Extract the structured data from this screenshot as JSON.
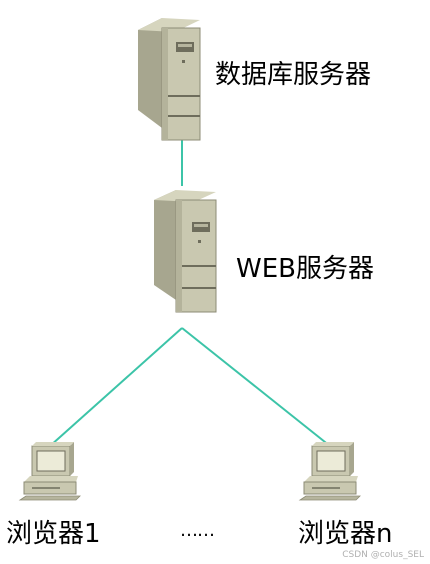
{
  "nodes": {
    "db_server": {
      "label": "数据库服务器"
    },
    "web_server": {
      "label": "WEB服务器"
    },
    "browser_1": {
      "label": "浏览器1"
    },
    "browser_n": {
      "label": "浏览器n"
    },
    "ellipsis": {
      "label": "……"
    }
  },
  "watermark": "CSDN @colus_SEL",
  "colors": {
    "connector": "#3cc4a8",
    "server_light": "#c9c8b0",
    "server_dark": "#9c9b84",
    "server_shadow": "#6e6d5c"
  }
}
